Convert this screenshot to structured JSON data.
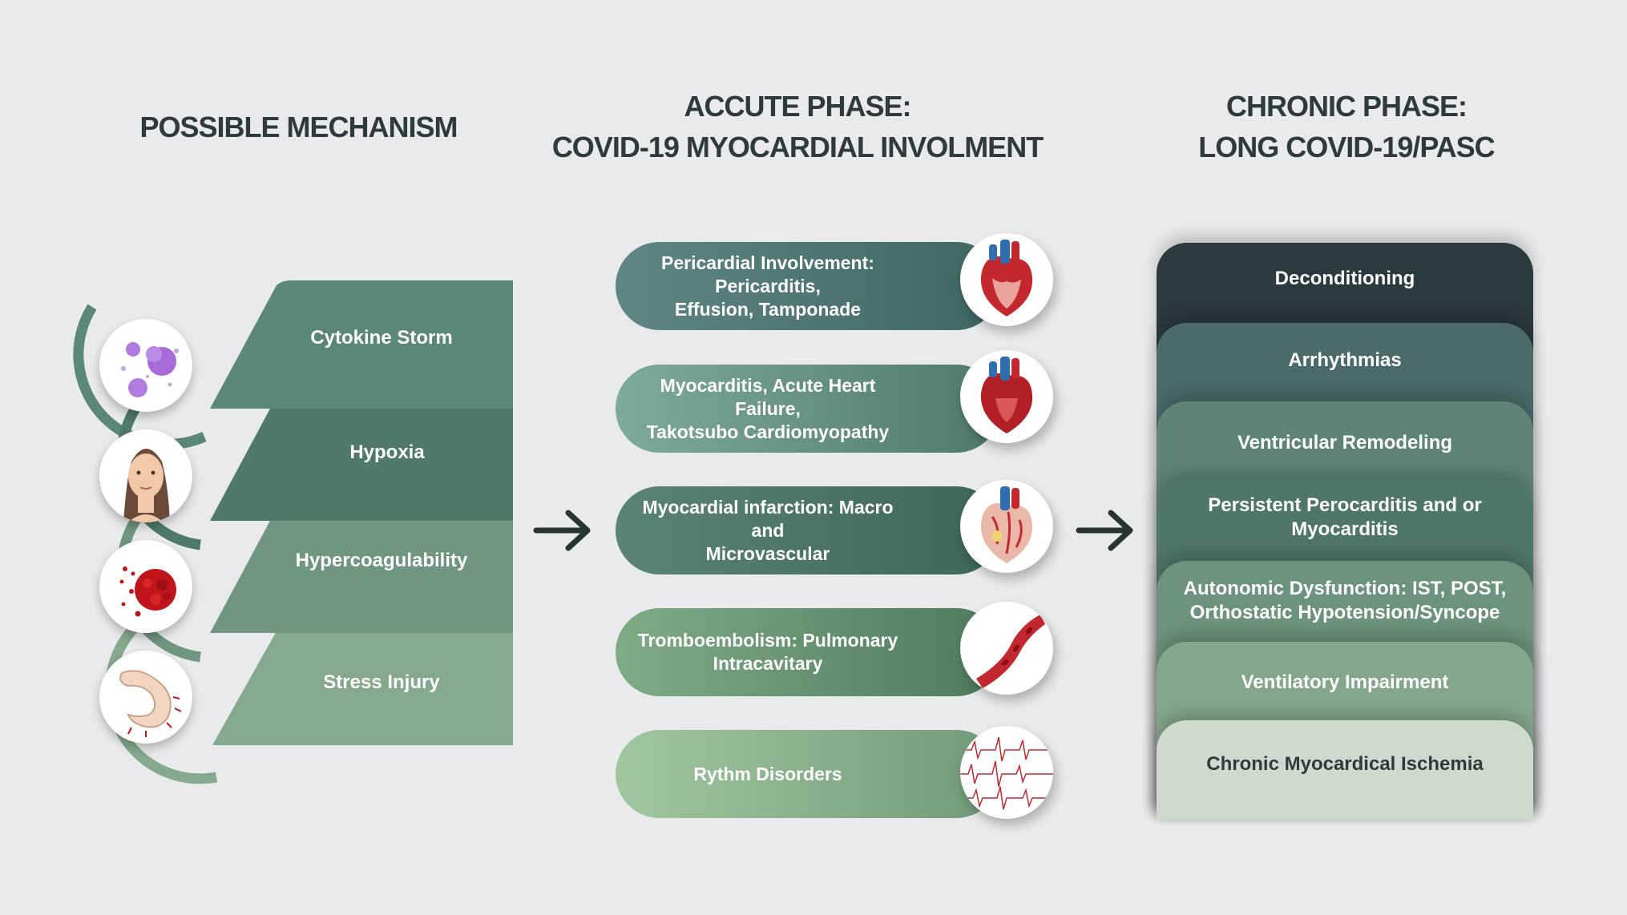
{
  "headers": {
    "mechanism": "POSSIBLE MECHANISM",
    "acute_line1": "ACCUTE PHASE:",
    "acute_line2": "COVID-19 MYOCARDIAL INVOLMENT",
    "chronic_line1": "CHRONIC PHASE:",
    "chronic_line2": "LONG COVID-19/PASC"
  },
  "mechanisms": [
    {
      "label": "Cytokine Storm",
      "icon": "cytokine-cells-icon",
      "color": "#5b8777"
    },
    {
      "label": "Hypoxia",
      "icon": "face-icon",
      "color": "#4f7a69"
    },
    {
      "label": "Hypercoagulability",
      "icon": "blood-clot-icon",
      "color": "#6f967e"
    },
    {
      "label": "Stress Injury",
      "icon": "stomach-icon",
      "color": "#84a98c"
    }
  ],
  "acute": [
    {
      "lines": [
        "Pericardial Involvement: Pericarditis,",
        "Effusion, Tamponade"
      ],
      "icon": "heart-icon"
    },
    {
      "lines": [
        "Myocarditis, Acute Heart Failure,",
        "Takotsubo Cardiomyopathy"
      ],
      "icon": "heart-icon"
    },
    {
      "lines": [
        "Myocardial infarction: Macro and",
        "Microvascular"
      ],
      "icon": "coronary-heart-icon"
    },
    {
      "lines": [
        "Tromboembolism: Pulmonary",
        "Intracavitary"
      ],
      "icon": "blood-vessel-icon"
    },
    {
      "lines": [
        "Rythm Disorders"
      ],
      "icon": "ecg-icon"
    }
  ],
  "chronic": [
    {
      "lines": [
        "Deconditioning"
      ],
      "color": "#2b3a3d",
      "text_color": "#ffffff"
    },
    {
      "lines": [
        "Arrhythmias"
      ],
      "color": "#4a6b6a",
      "text_color": "#ffffff"
    },
    {
      "lines": [
        "Ventricular Remodeling"
      ],
      "color": "#5e8478",
      "text_color": "#ffffff"
    },
    {
      "lines": [
        "Persistent Perocarditis and or",
        "Myocarditis"
      ],
      "color": "#4f7769",
      "text_color": "#ffffff"
    },
    {
      "lines": [
        "Autonomic Dysfunction: IST, POST,",
        "Orthostatic Hypotension/Syncope"
      ],
      "color": "#6c937b",
      "text_color": "#ffffff"
    },
    {
      "lines": [
        "Ventilatory Impairment"
      ],
      "color": "#84a78b",
      "text_color": "#ffffff"
    },
    {
      "lines": [
        "Chronic Myocardical Ischemia"
      ],
      "color": "#cfd9cd",
      "text_color": "#2e3a3d"
    }
  ],
  "colors": {
    "background": "#e9eaec",
    "header_text": "#2e3a3d",
    "arrow": "#26352f"
  }
}
